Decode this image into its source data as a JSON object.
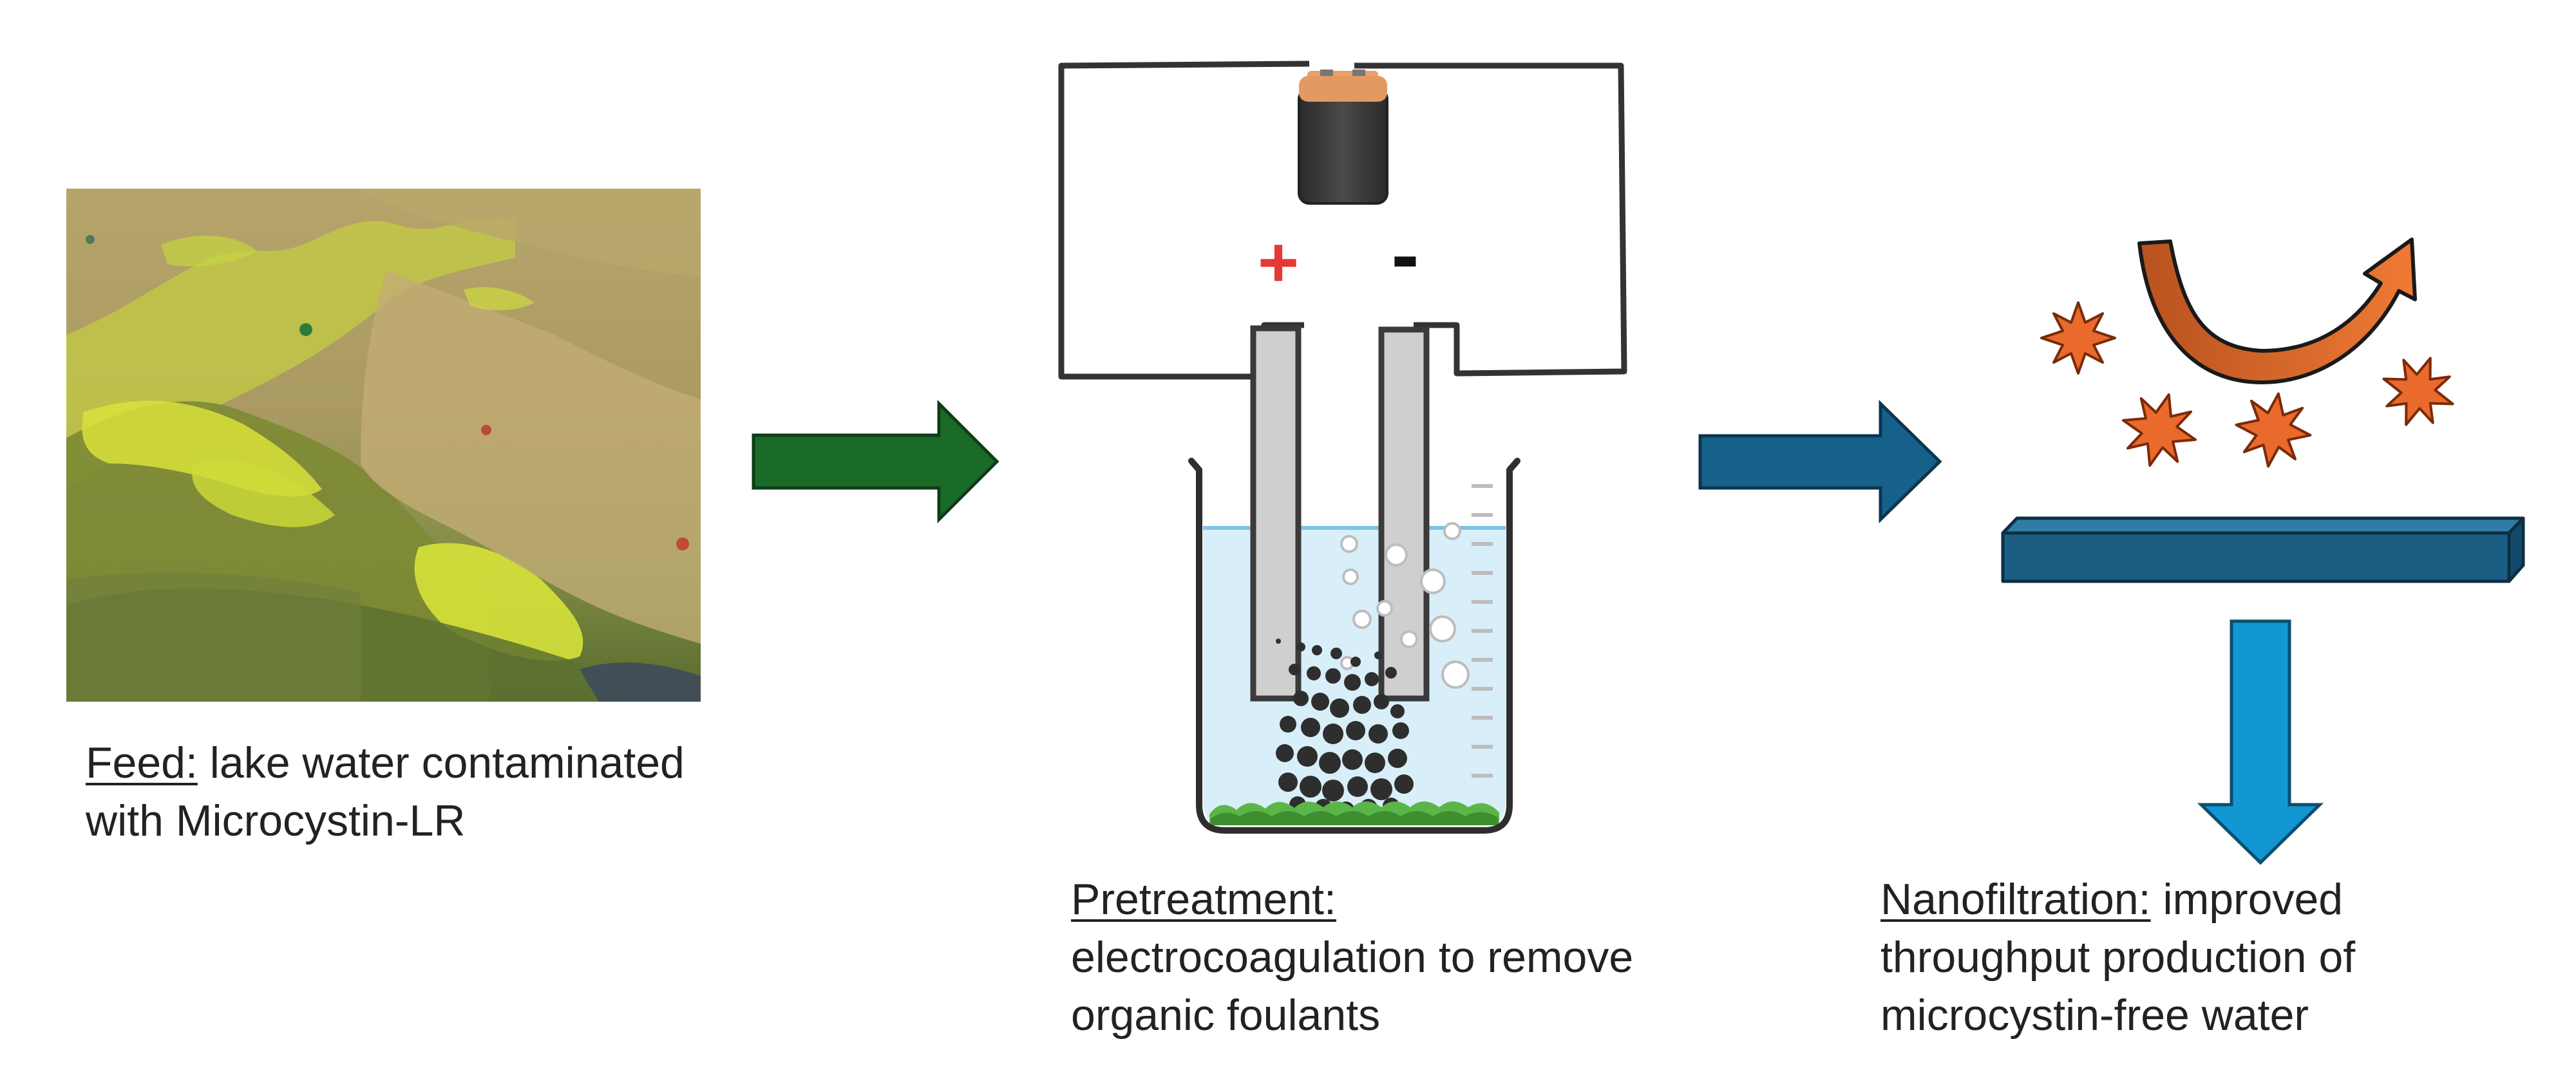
{
  "feed": {
    "heading": "Feed:",
    "text_line1": " lake water contaminated",
    "text_line2": "with Microcystin-LR"
  },
  "pretreatment": {
    "heading": "Pretreatment:",
    "text_line1": "electrocoagulation to remove",
    "text_line2": "organic foulants",
    "positive_symbol": "+",
    "negative_symbol": "-"
  },
  "nanofiltration": {
    "heading": "Nanofiltration:",
    "text_line1": " improved",
    "text_line2": "throughput production of",
    "text_line3": "microcystin-free water"
  },
  "colors": {
    "feed_arrow": "#1a6b27",
    "process_arrow": "#16618a",
    "permeate_arrow": "#1397d2",
    "membrane": "#1b5e84",
    "foulant": "#e96a2c",
    "reject_arrow": "#c75a24",
    "positive": "#e53935",
    "negative": "#111111",
    "water": "#d8eef8"
  },
  "icons": [
    "lake-photo",
    "battery-icon",
    "beaker-icon",
    "electrode-icon",
    "membrane-icon",
    "foulant-starburst-icon",
    "rejection-arrow-icon"
  ]
}
